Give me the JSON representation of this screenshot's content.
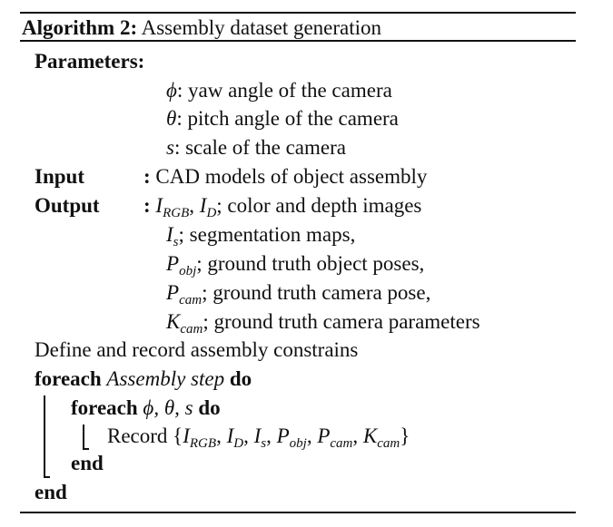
{
  "title": {
    "label": "Algorithm 2:",
    "text": "Assembly dataset generation"
  },
  "parameters": {
    "label": "Parameters:",
    "items": [
      {
        "sym": "ϕ",
        "desc": ": yaw angle of the camera"
      },
      {
        "sym": "θ",
        "desc": ": pitch angle of the camera"
      },
      {
        "sym": "s",
        "desc": ": scale of the camera"
      }
    ]
  },
  "input": {
    "label": "Input",
    "colon": ":",
    "text": "CAD models of object assembly"
  },
  "output": {
    "label": "Output",
    "colon": ":",
    "l1": {
      "a": "I",
      "a_sub": "RGB",
      "sep": ", ",
      "b": "I",
      "b_sub": "D",
      "desc": "; color and depth images"
    },
    "l2": {
      "a": "I",
      "a_sub": "s",
      "desc": "; segmentation maps,"
    },
    "l3": {
      "a": "P",
      "a_sub": "obj",
      "desc": "; ground truth object poses,"
    },
    "l4": {
      "a": "P",
      "a_sub": "cam",
      "desc": "; ground truth camera pose,"
    },
    "l5": {
      "a": "K",
      "a_sub": "cam",
      "desc": "; ground truth camera parameters"
    }
  },
  "define": "Define and record assembly constrains",
  "outer_loop": {
    "kw": "foreach",
    "var": "Assembly step",
    "do": "do",
    "end": "end"
  },
  "inner_loop": {
    "kw": "foreach",
    "vars": "ϕ, θ, s",
    "do": "do",
    "end": "end"
  },
  "record": {
    "label": "Record",
    "open": "{",
    "i": "I",
    "rgb": "RGB",
    "d": "D",
    "s": "s",
    "p": "P",
    "obj": "obj",
    "cam": "cam",
    "k": "K",
    "comma": ", ",
    "close": "}"
  }
}
